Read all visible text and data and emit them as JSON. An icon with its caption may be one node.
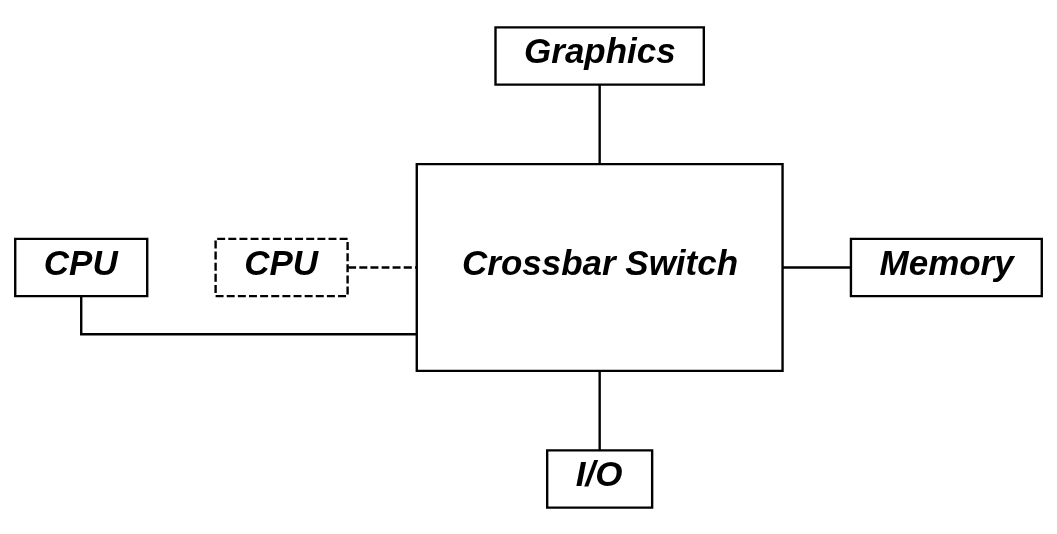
{
  "diagram": {
    "nodes": [
      {
        "text": [
          "Graphics"
        ]
      },
      {
        "text": [
          "CPU"
        ]
      },
      {
        "text": [
          "CPU"
        ]
      },
      {
        "text": [
          "Crossbar Switch"
        ]
      },
      {
        "text": [
          "Memory"
        ]
      },
      {
        "text": [
          "I/O"
        ]
      }
    ],
    "edges": [
      {
        "from": 0,
        "to": 3,
        "arrow": "none"
      },
      {
        "from": 1,
        "to": 3,
        "arrow": "none"
      },
      {
        "from": 2,
        "to": 3,
        "arrow": "none",
        "style": "dashed"
      },
      {
        "from": 3,
        "to": 4,
        "arrow": "none"
      },
      {
        "from": 3,
        "to": 5,
        "arrow": "none"
      }
    ]
  }
}
